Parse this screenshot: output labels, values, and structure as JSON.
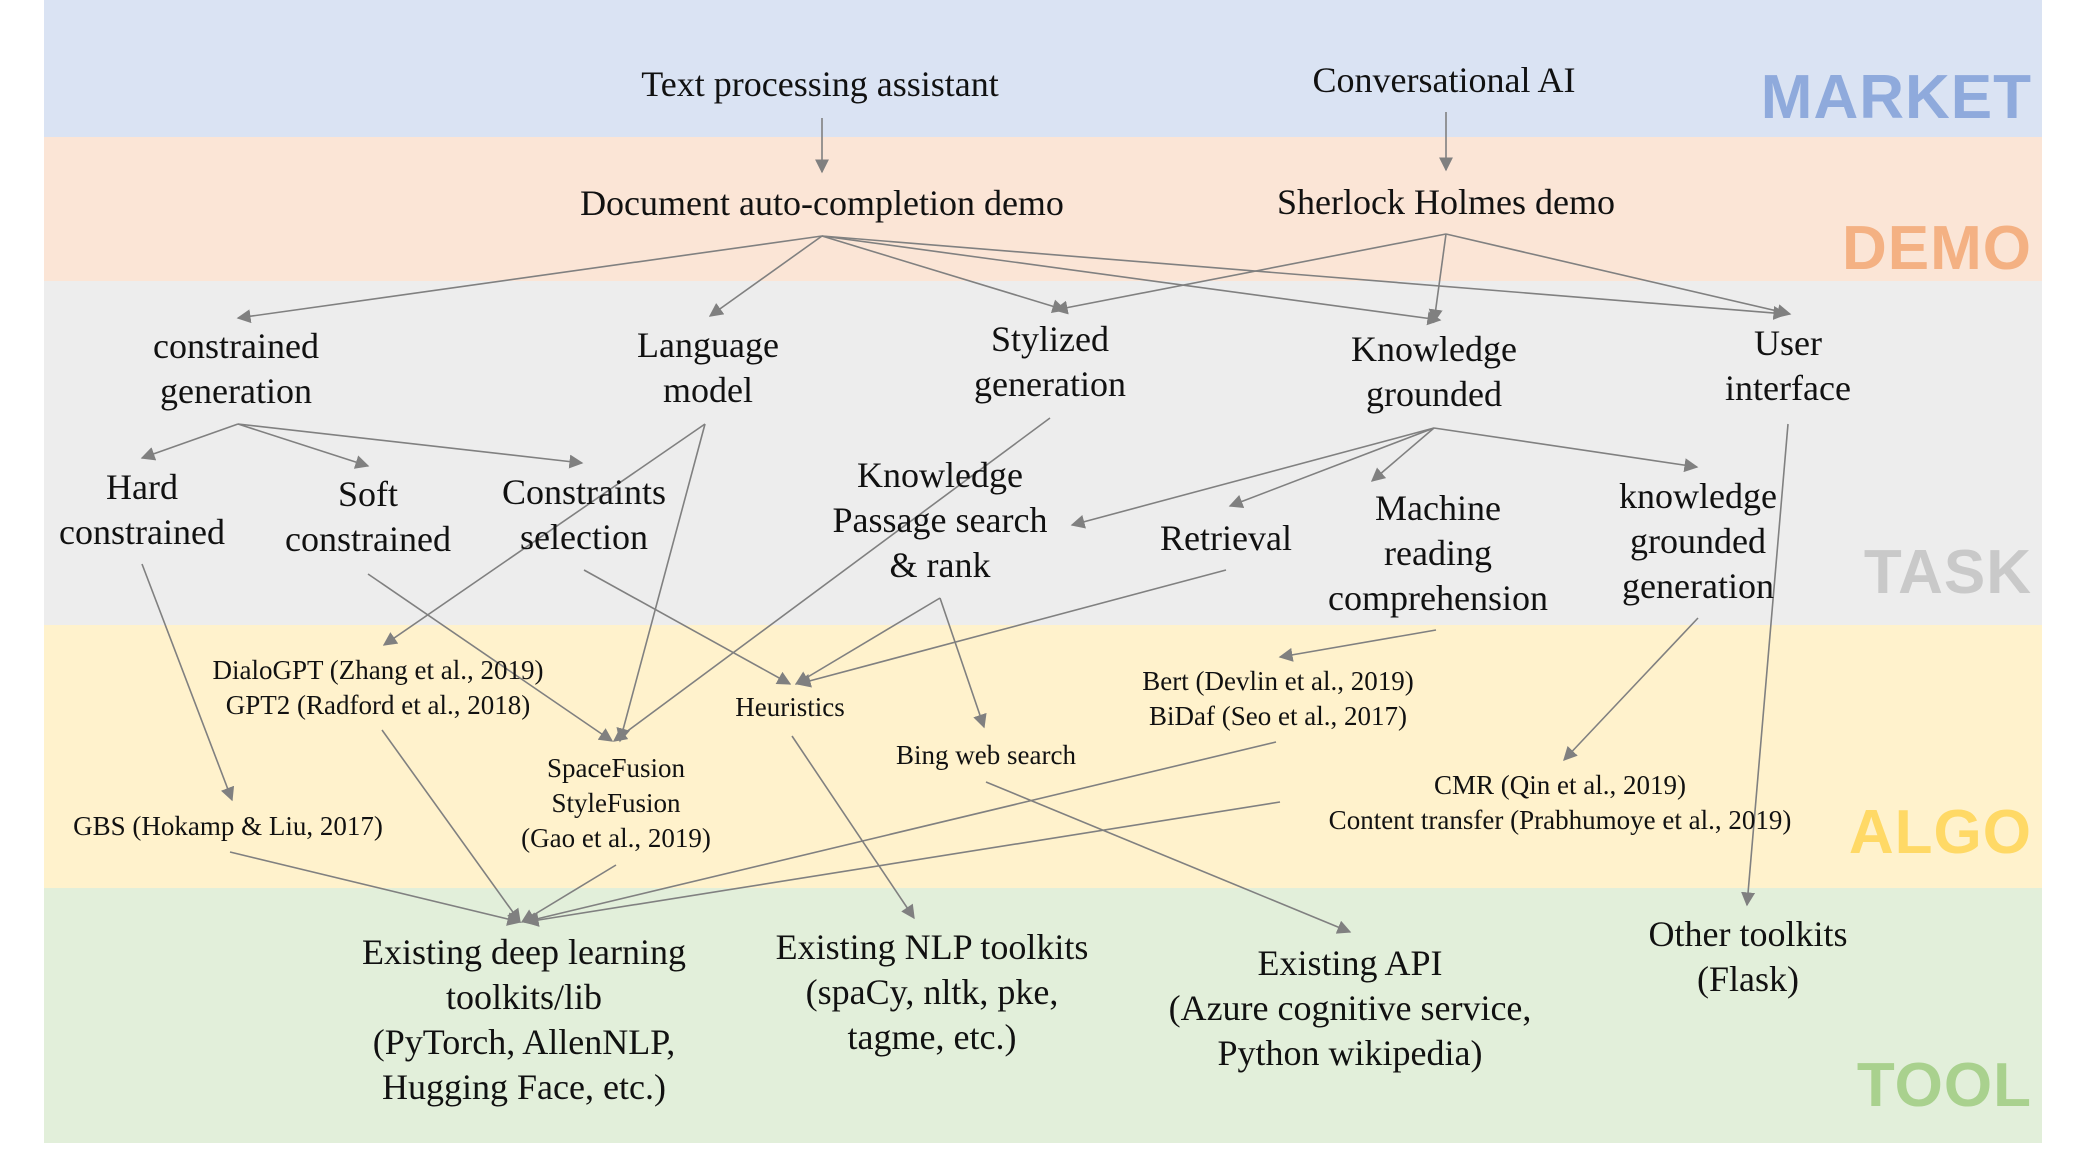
{
  "layers": [
    {
      "id": "market",
      "label": "MARKET",
      "bg": "#dae3f3",
      "fg": "#8faadc"
    },
    {
      "id": "demo",
      "label": "DEMO",
      "bg": "#fbe5d6",
      "fg": "#f4b183"
    },
    {
      "id": "task",
      "label": "TASK",
      "bg": "#ededed",
      "fg": "#c9c9c9"
    },
    {
      "id": "algo",
      "label": "ALGO",
      "bg": "#fff2cc",
      "fg": "#ffd966"
    },
    {
      "id": "tool",
      "label": "TOOL",
      "bg": "#e2efda",
      "fg": "#a9d18e"
    }
  ],
  "edge_color": "#808080",
  "nodes": {
    "text_processing": [
      "Text processing assistant"
    ],
    "conversational_ai": [
      "Conversational AI"
    ],
    "doc_autocomplete": [
      "Document auto-completion demo"
    ],
    "sherlock": [
      "Sherlock Holmes demo"
    ],
    "constrained_gen": [
      "constrained",
      "generation"
    ],
    "language_model": [
      "Language",
      "model"
    ],
    "stylized_gen": [
      "Stylized",
      "generation"
    ],
    "knowledge_grounded": [
      "Knowledge",
      "grounded"
    ],
    "user_interface": [
      "User",
      "interface"
    ],
    "hard_constrained": [
      "Hard",
      "constrained"
    ],
    "soft_constrained": [
      "Soft",
      "constrained"
    ],
    "constraints_selection": [
      "Constraints",
      "selection"
    ],
    "knowledge_passage": [
      "Knowledge",
      "Passage search",
      "& rank"
    ],
    "retrieval": [
      "Retrieval"
    ],
    "mrc": [
      "Machine",
      "reading",
      "comprehension"
    ],
    "kg_generation": [
      "knowledge",
      "grounded",
      "generation"
    ],
    "dialogpt": [
      "DialoGPT (Zhang et al., 2019)",
      "GPT2  (Radford et al., 2018)"
    ],
    "heuristics": [
      "Heuristics"
    ],
    "bert": [
      "Bert (Devlin et al., 2019)",
      "BiDaf (Seo et al., 2017)"
    ],
    "bing": [
      "Bing web search"
    ],
    "spacefusion": [
      "SpaceFusion",
      "StyleFusion",
      "(Gao et al., 2019)"
    ],
    "gbs": [
      "GBS (Hokamp & Liu, 2017)"
    ],
    "cmr": [
      "CMR (Qin et al., 2019)",
      "Content transfer (Prabhumoye et al., 2019)"
    ],
    "dl_toolkits": [
      "Existing deep learning",
      "toolkits/lib",
      "(PyTorch, AllenNLP,",
      "Hugging Face, etc.)"
    ],
    "nlp_toolkits": [
      "Existing NLP toolkits",
      "(spaCy, nltk, pke,",
      "tagme, etc.)"
    ],
    "existing_api": [
      "Existing API",
      "(Azure cognitive service,",
      "Python wikipedia)"
    ],
    "other_toolkits": [
      "Other toolkits",
      "(Flask)"
    ]
  }
}
